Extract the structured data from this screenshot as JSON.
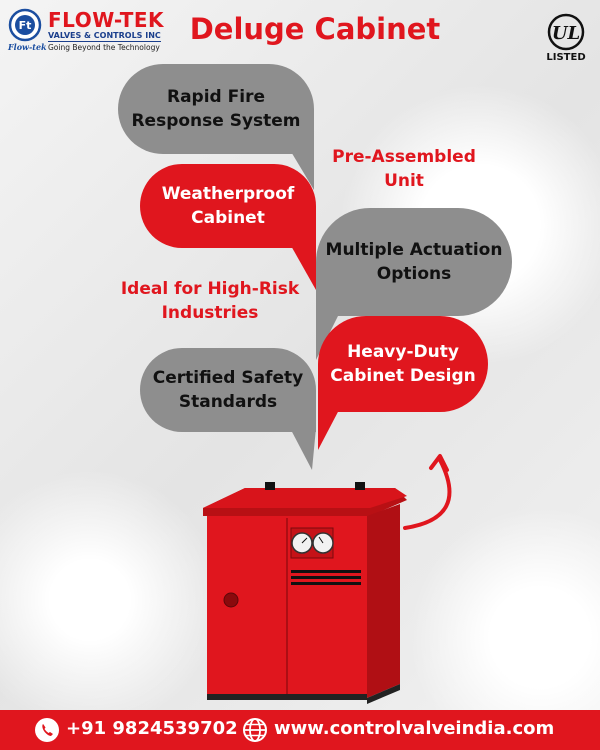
{
  "brand": {
    "logo_mark": "Flow-tek",
    "name": "FLOW-TEK",
    "subtitle": "VALVES & CONTROLS INC",
    "tagline": "Going Beyond the Technology"
  },
  "title": "Deluge Cabinet",
  "certification": {
    "mark": "UL",
    "label": "LISTED"
  },
  "features": [
    "Rapid Fire Response System",
    "Pre-Assembled Unit",
    "Weatherproof Cabinet",
    "Multiple Actuation Options",
    "Ideal for High-Risk Industries",
    "Heavy-Duty Cabinet Design",
    "Certified Safety Standards"
  ],
  "contact": {
    "phone": "+91 9824539702",
    "website": "www.controlvalveindia.com"
  },
  "colors": {
    "brand_red": "#e0161e",
    "brand_blue": "#1b3f8c",
    "bubble_gray": "#8e8e8e"
  },
  "icons": [
    "phone-icon",
    "globe-icon",
    "arrow-icon",
    "ul-logo-icon"
  ]
}
